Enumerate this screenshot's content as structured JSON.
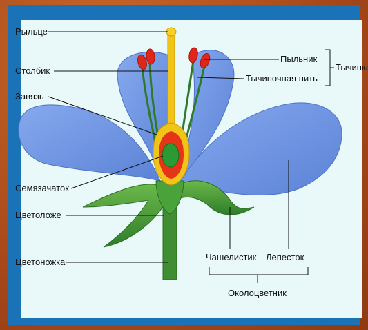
{
  "labels": {
    "stigma": "Рыльце",
    "style": "Столбик",
    "ovary": "Завязь",
    "ovule": "Семязачаток",
    "receptacle": "Цветоложе",
    "pedicel": "Цветоножка",
    "anther": "Пыльник",
    "filament": "Тычиночная нить",
    "stamen": "Тычинка",
    "sepal": "Чашелистик",
    "petal": "Лепесток",
    "perianth": "Околоцветник"
  },
  "colors": {
    "background": "#b9561e",
    "border": "#1a73b6",
    "card": "#e9f9fa",
    "petal": "#6f97e6",
    "sepal": "#4f9e3a",
    "pistil": "#f2c319",
    "ovary_inner": "#e53519",
    "ovule": "#2c9a32",
    "anther": "#e0261b"
  }
}
